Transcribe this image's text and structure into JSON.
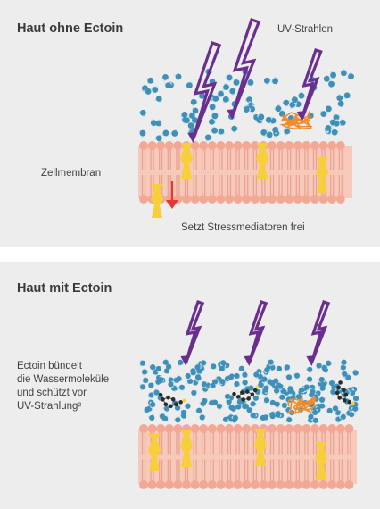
{
  "panels": [
    {
      "title": "Haut ohne Ectoin",
      "uv_label": "UV-Strahlen",
      "membrane_label": "Zellmembran",
      "release_label": "Setzt Stressmediatoren frei"
    },
    {
      "title": "Haut mit Ectoin",
      "side_label": "Ectoin bündelt\ndie Wassermoleküle\nund schützt vor\nUV-Strahlung²"
    }
  ],
  "colors": {
    "background": "#ededed",
    "membrane": "#f1b5a3",
    "membrane_head": "#f3a896",
    "water": "#3f8fb8",
    "water_light": "#bfe0ee",
    "uv": "#6a2f8e",
    "protein": "#f7cf3c",
    "damaged_protein": "#f08a2a",
    "stress_arrow": "#e53935",
    "ectoin": "#2b2b2b"
  },
  "icons": {
    "uv": "lightning-bolt-icon",
    "water": "water-molecule-icon",
    "protein": "membrane-protein-icon",
    "ectoin": "ectoin-molecule-icon",
    "damage": "damaged-protein-icon",
    "release": "down-arrow-icon"
  }
}
